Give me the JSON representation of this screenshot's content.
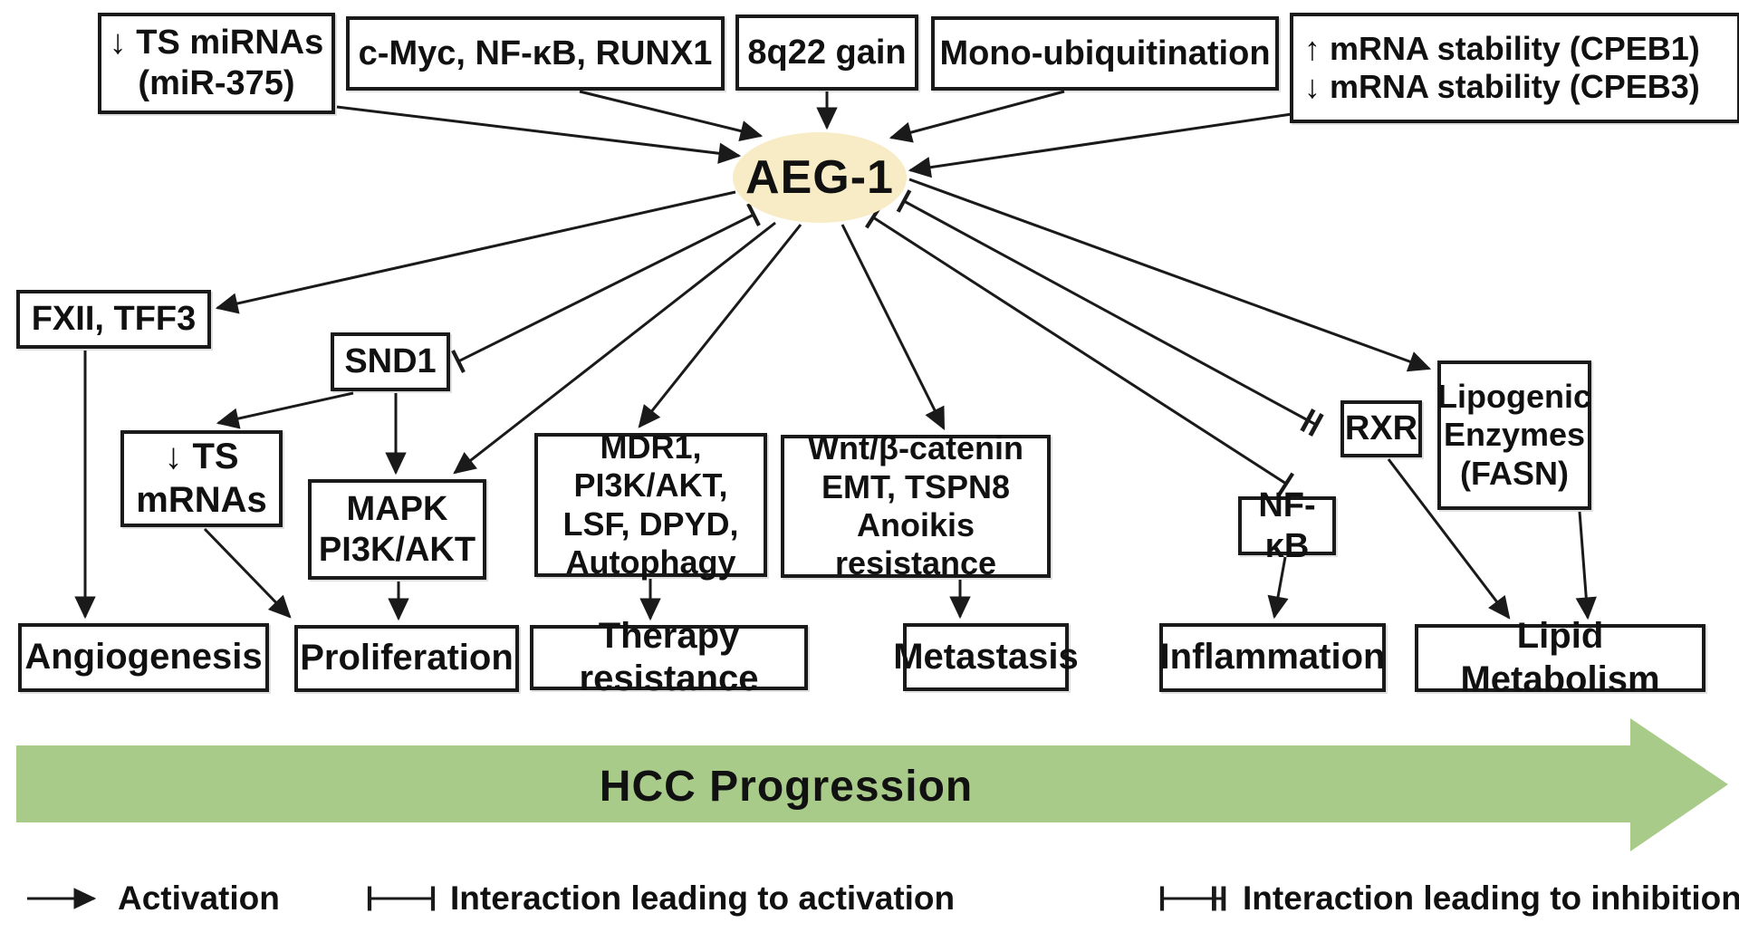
{
  "figure": {
    "center_node": {
      "label": "AEG-1"
    },
    "boxes": {
      "ts_mirnas": {
        "lines": [
          "↓ TS miRNAs",
          "(miR-375)"
        ]
      },
      "cmyc": {
        "lines": [
          "c-Myc, NF-κB, RUNX1"
        ]
      },
      "q8_22": {
        "lines": [
          "8q22 gain"
        ]
      },
      "mono_ubiq": {
        "lines": [
          "Mono-ubiquitination"
        ]
      },
      "mrna_stab": {
        "lines": [
          "↑ mRNA stability (CPEB1)",
          "↓ mRNA stability (CPEB3)"
        ]
      },
      "fxii": {
        "lines": [
          "FXII, TFF3"
        ]
      },
      "snd1": {
        "lines": [
          "SND1"
        ]
      },
      "ts_mrnas": {
        "lines": [
          "↓  TS",
          "mRNAs"
        ]
      },
      "mapk": {
        "lines": [
          "MAPK",
          "PI3K/AKT"
        ]
      },
      "mdr1": {
        "lines": [
          "MDR1, PI3K/AKT,",
          "LSF, DPYD,",
          "Autophagy"
        ]
      },
      "wnt": {
        "lines": [
          "Wnt/β-catenin",
          "EMT, TSPN8",
          "Anoikis resistance"
        ]
      },
      "nfkb": {
        "lines": [
          "NF-κB"
        ]
      },
      "rxr": {
        "lines": [
          "RXR"
        ]
      },
      "lipogenic": {
        "lines": [
          "Lipogenic",
          "Enzymes",
          "(FASN)"
        ]
      },
      "angiogenesis": {
        "lines": [
          "Angiogenesis"
        ]
      },
      "proliferation": {
        "lines": [
          "Proliferation"
        ]
      },
      "therapy": {
        "lines": [
          "Therapy resistance"
        ]
      },
      "metastasis": {
        "lines": [
          "Metastasis"
        ]
      },
      "inflammation": {
        "lines": [
          "Inflammation"
        ]
      },
      "lipid": {
        "lines": [
          "Lipid Metabolism"
        ]
      }
    },
    "edges": [
      {
        "from": "ts_mirnas",
        "to": "aeg",
        "type": "activation"
      },
      {
        "from": "cmyc",
        "to": "aeg",
        "type": "activation"
      },
      {
        "from": "q8_22",
        "to": "aeg",
        "type": "activation"
      },
      {
        "from": "mono_ubiq",
        "to": "aeg",
        "type": "activation"
      },
      {
        "from": "mrna_stab",
        "to": "aeg",
        "type": "activation"
      },
      {
        "from": "aeg",
        "to": "fxii",
        "type": "activation"
      },
      {
        "from": "aeg",
        "to": "snd1",
        "type": "interaction_activation"
      },
      {
        "from": "aeg",
        "to": "mapk",
        "type": "activation"
      },
      {
        "from": "aeg",
        "to": "mdr1",
        "type": "activation"
      },
      {
        "from": "aeg",
        "to": "wnt",
        "type": "activation"
      },
      {
        "from": "aeg",
        "to": "nfkb",
        "type": "interaction_activation"
      },
      {
        "from": "aeg",
        "to": "rxr",
        "type": "interaction_inhibition"
      },
      {
        "from": "aeg",
        "to": "lipogenic",
        "type": "activation"
      },
      {
        "from": "fxii",
        "to": "angiogenesis",
        "type": "activation"
      },
      {
        "from": "snd1",
        "to": "ts_mrnas",
        "type": "activation"
      },
      {
        "from": "snd1",
        "to": "mapk",
        "type": "activation"
      },
      {
        "from": "ts_mrnas",
        "to": "proliferation",
        "type": "activation"
      },
      {
        "from": "mapk",
        "to": "proliferation",
        "type": "activation"
      },
      {
        "from": "mdr1",
        "to": "therapy",
        "type": "activation"
      },
      {
        "from": "wnt",
        "to": "metastasis",
        "type": "activation"
      },
      {
        "from": "nfkb",
        "to": "inflammation",
        "type": "activation"
      },
      {
        "from": "rxr",
        "to": "lipid",
        "type": "activation"
      },
      {
        "from": "lipogenic",
        "to": "lipid",
        "type": "activation"
      }
    ],
    "progression_arrow": {
      "label": "HCC Progression"
    },
    "legend": {
      "items": [
        {
          "symbol": "arrow",
          "label": "Activation"
        },
        {
          "symbol": "bar-bar",
          "label": "Interaction leading to activation"
        },
        {
          "symbol": "bar-double-bar",
          "label": "Interaction leading to inhibition"
        }
      ]
    },
    "colors": {
      "line": "#1a1a1a",
      "text": "#111111",
      "boxbg": "#ffffff",
      "aeg": "#f7ecc5",
      "green": "#a9cb8a",
      "bg": "#ffffff"
    }
  }
}
